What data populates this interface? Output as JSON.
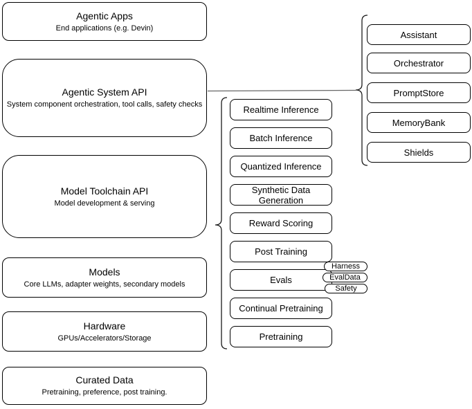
{
  "diagram": {
    "left_stack": [
      {
        "title": "Agentic Apps",
        "subtitle": "End applications (e.g. Devin)"
      },
      {
        "title": "Agentic System API",
        "subtitle": "System component orchestration, tool calls, safety checks"
      },
      {
        "title": "Model Toolchain API",
        "subtitle": "Model development & serving"
      },
      {
        "title": "Models",
        "subtitle": "Core LLMs, adapter weights, secondary models"
      },
      {
        "title": "Hardware",
        "subtitle": "GPUs/Accelerators/Storage"
      },
      {
        "title": "Curated Data",
        "subtitle": "Pretraining, preference, post training."
      }
    ],
    "toolchain_components": [
      "Realtime Inference",
      "Batch Inference",
      "Quantized Inference",
      "Synthetic Data Generation",
      "Reward Scoring",
      "Post Training",
      "Evals",
      "Continual Pretraining",
      "Pretraining"
    ],
    "evals_tags": [
      "Harness",
      "EvalData",
      "Safety"
    ],
    "system_components": [
      "Assistant",
      "Orchestrator",
      "PromptStore",
      "MemoryBank",
      "Shields"
    ],
    "colors": {
      "box_stroke": "#000000",
      "bracket_stroke": "#1a1a1a",
      "connector_stroke": "#666666",
      "background": "#ffffff",
      "text": "#000000"
    }
  }
}
